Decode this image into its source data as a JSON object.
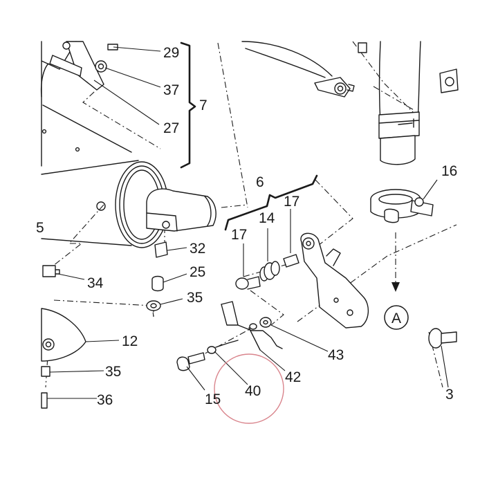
{
  "callouts": [
    {
      "text": "29"
    },
    {
      "text": "37"
    },
    {
      "text": "7"
    },
    {
      "text": "27"
    },
    {
      "text": "16"
    },
    {
      "text": "6"
    },
    {
      "text": "14"
    },
    {
      "text": "17"
    },
    {
      "text": "17"
    },
    {
      "text": "32"
    },
    {
      "text": "25"
    },
    {
      "text": "35"
    },
    {
      "text": "34"
    },
    {
      "text": "5"
    },
    {
      "text": "12"
    },
    {
      "text": "35"
    },
    {
      "text": "36"
    },
    {
      "text": "43"
    },
    {
      "text": "42"
    },
    {
      "text": "40"
    },
    {
      "text": "15"
    },
    {
      "text": "3"
    }
  ],
  "reference_marker": {
    "text": "A"
  },
  "colors": {
    "line": "#1a1a1a",
    "highlight_circle": "#d9848c",
    "background": "#ffffff"
  }
}
